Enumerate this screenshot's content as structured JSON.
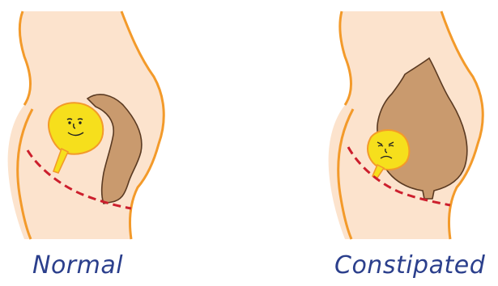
{
  "panels": [
    {
      "label": "Normal",
      "state": "normal",
      "bladder_face": "smile"
    },
    {
      "label": "Constipated",
      "state": "constipated",
      "bladder_face": "frown"
    }
  ],
  "colors": {
    "skin": "#fce3cd",
    "outline": "#f39a2a",
    "bladder": "#f6df1c",
    "bowel": "#c99a6e",
    "bowel_outline": "#5a3a22",
    "pelvic_floor_dash": "#cc1f2d",
    "caption": "#2b3f8c"
  }
}
